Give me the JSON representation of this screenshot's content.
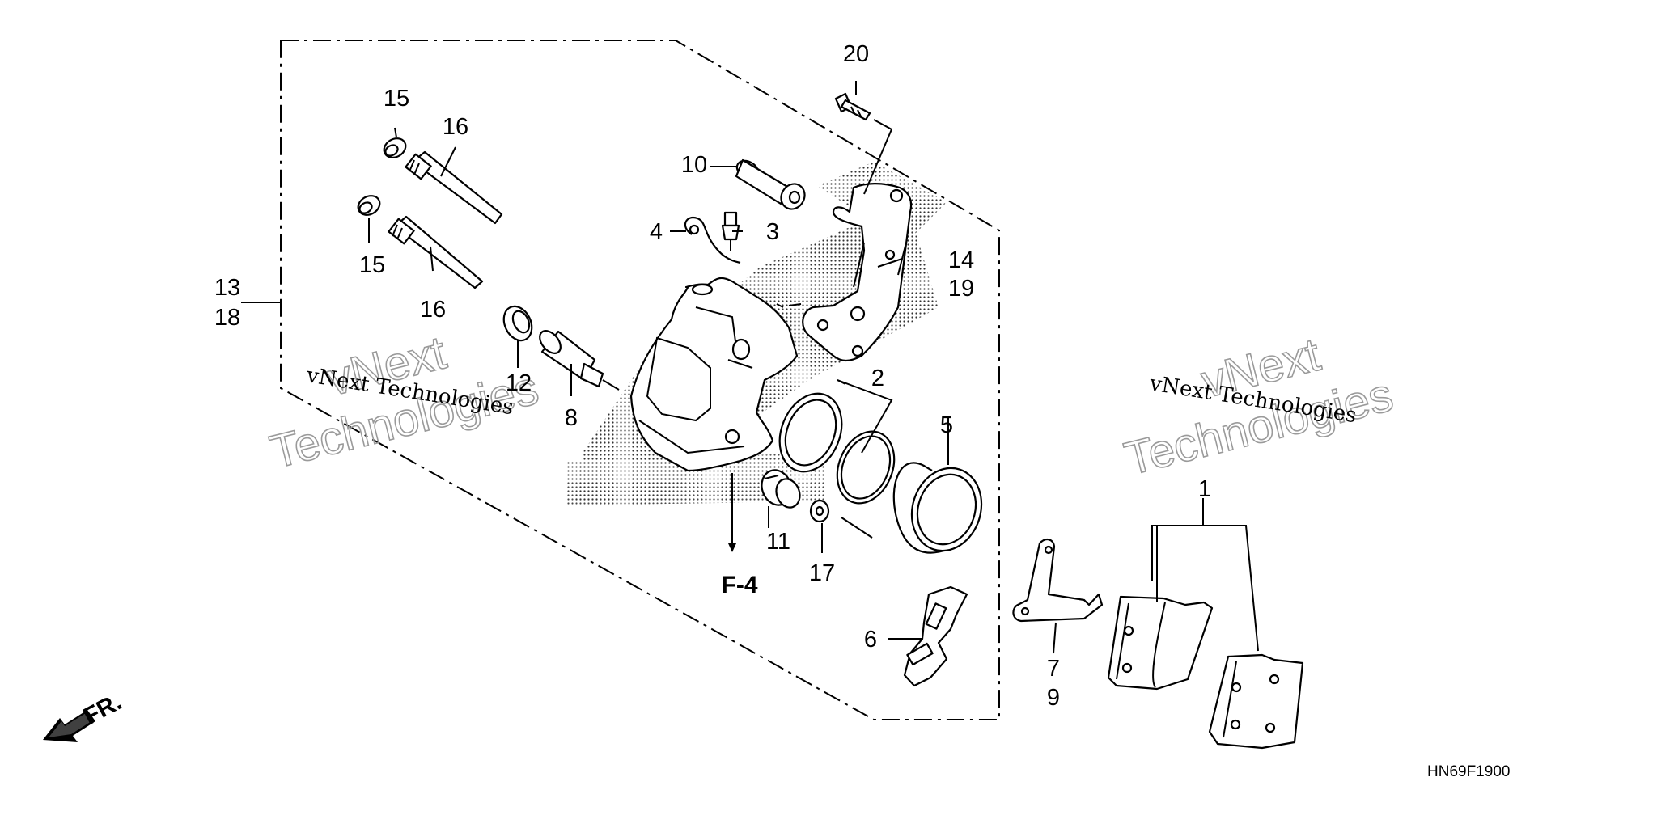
{
  "diagram": {
    "callouts": {
      "c1": "1",
      "c2": "2",
      "c3": "3",
      "c4": "4",
      "c5": "5",
      "c6": "6",
      "c7": "7",
      "c8": "8",
      "c9": "9",
      "c10": "10",
      "c11": "11",
      "c12": "12",
      "c13": "13",
      "c14": "14",
      "c15a": "15",
      "c15b": "15",
      "c16a": "16",
      "c16b": "16",
      "c17": "17",
      "c18": "18",
      "c19": "19",
      "c20": "20"
    },
    "ref_label": "F-4",
    "front_label": "FR.",
    "diagram_code": "HN69F1900",
    "watermark": {
      "small_left": "vNext Technologies",
      "small_right": "vNext Technologies",
      "big_line1": "vNext",
      "big_line2": "Technologies"
    }
  }
}
